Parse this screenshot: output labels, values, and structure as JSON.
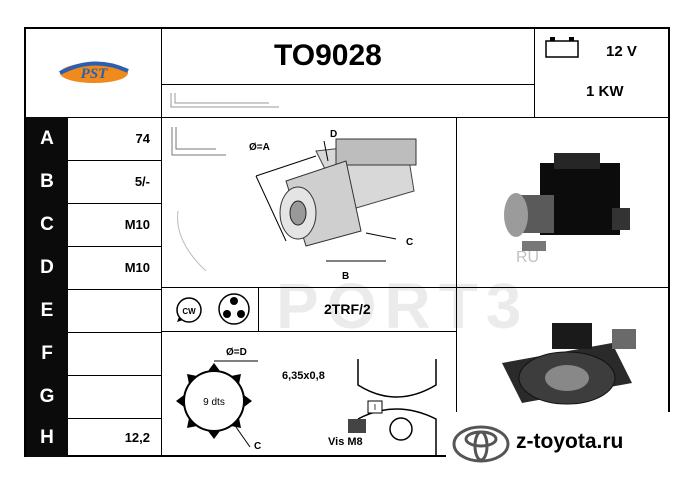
{
  "header": {
    "logo_text": "PST",
    "part_number": "TO9028",
    "voltage": "12 V",
    "power": "1 KW"
  },
  "specs": [
    {
      "letter": "A",
      "value": "74"
    },
    {
      "letter": "B",
      "value": "5/-"
    },
    {
      "letter": "C",
      "value": "M10"
    },
    {
      "letter": "D",
      "value": "M10"
    },
    {
      "letter": "E",
      "value": ""
    },
    {
      "letter": "F",
      "value": ""
    },
    {
      "letter": "G",
      "value": ""
    },
    {
      "letter": "H",
      "value": "12,2"
    }
  ],
  "drawing": {
    "label_phi_a": "Ø=A",
    "label_d": "D",
    "label_c": "C",
    "label_b": "B"
  },
  "rotation": {
    "direction": "CW",
    "code": "2TRF/2"
  },
  "gear": {
    "label_phi_d": "Ø=D",
    "teeth": "9 dts",
    "label_c": "C"
  },
  "bolt": {
    "dimension": "6,35x0,8",
    "marker": "I",
    "screw": "Vis M8"
  },
  "watermark": {
    "text": "PORT3",
    "suffix": "RU"
  },
  "footer_brand": {
    "text": "z-toyota.ru"
  },
  "colors": {
    "letter_bg": "#0b0b0b",
    "logo_orange": "#f08a1c",
    "logo_blue": "#2b5fb0"
  }
}
